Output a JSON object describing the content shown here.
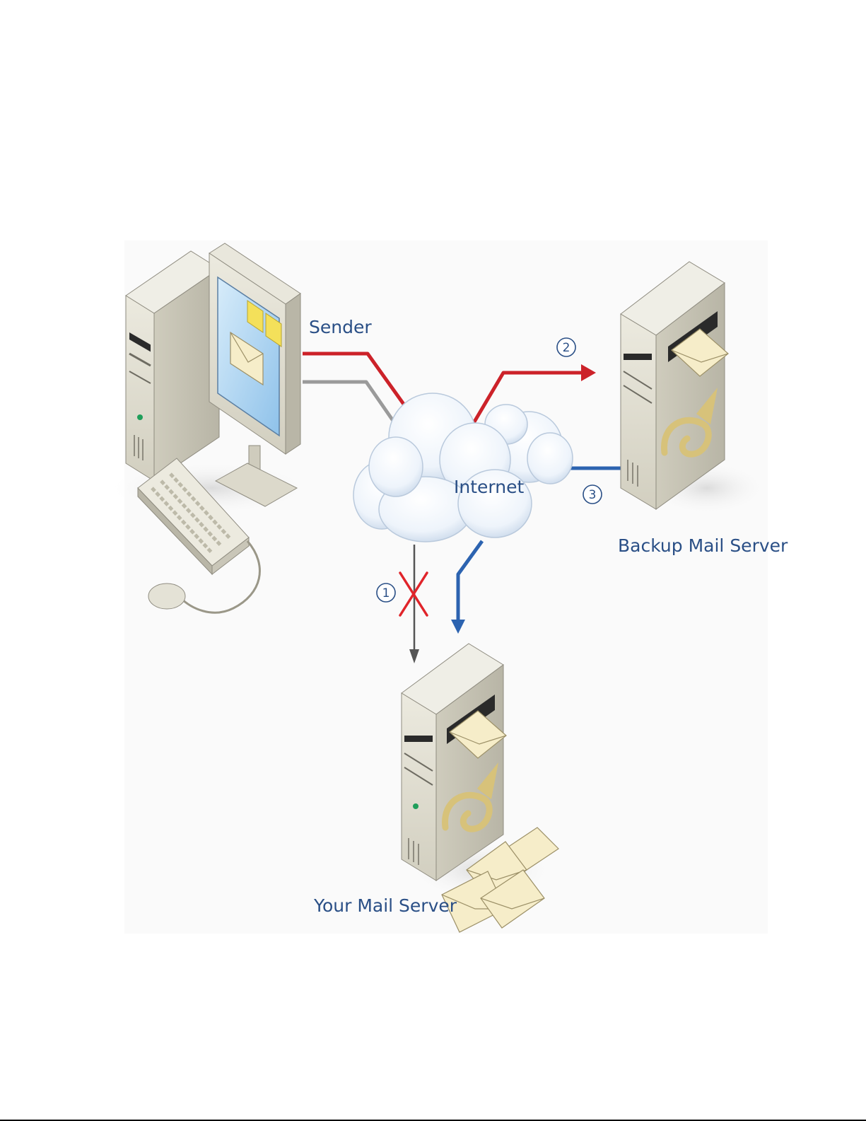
{
  "diagram": {
    "title": "Backup mail server delivery flow",
    "nodes": {
      "sender": "Sender",
      "internet": "Internet",
      "backup_server": "Backup Mail Server",
      "your_server": "Your Mail Server"
    },
    "steps": [
      {
        "label": "1",
        "from": "Internet",
        "to": "Your Mail Server",
        "status": "failed",
        "color": "#555555"
      },
      {
        "label": "2",
        "from": "Internet",
        "to": "Backup Mail Server",
        "status": "delivered",
        "color": "#cc2229"
      },
      {
        "label": "3",
        "from": "Backup Mail Server",
        "to": "Your Mail Server",
        "status": "delivered",
        "color": "#2c63b0"
      }
    ],
    "colors": {
      "label_blue": "#2a4f86",
      "path_red": "#cc2229",
      "path_blue": "#2c63b0",
      "path_gray": "#8a8a8a",
      "fail_x": "#e0242a",
      "case_beige": "#d9d6c8",
      "horn_gold": "#d7c27a"
    }
  }
}
